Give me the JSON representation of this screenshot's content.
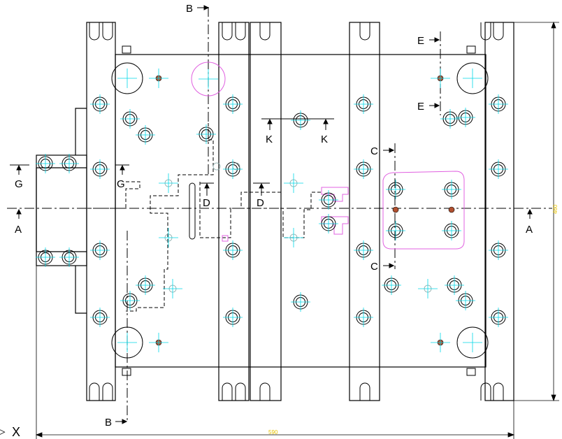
{
  "section_labels": {
    "a": "A",
    "b": "B",
    "c": "C",
    "d": "D",
    "e": "E",
    "g": "G",
    "k": "K"
  },
  "axis_label": "X",
  "dimensions": {
    "width": "590",
    "height": "460"
  },
  "colors": {
    "outline": "#000000",
    "centerline": "#00d8e8",
    "highlight": "#e060e0",
    "dimension_text": "#e6c200",
    "pin": "#b05030"
  }
}
